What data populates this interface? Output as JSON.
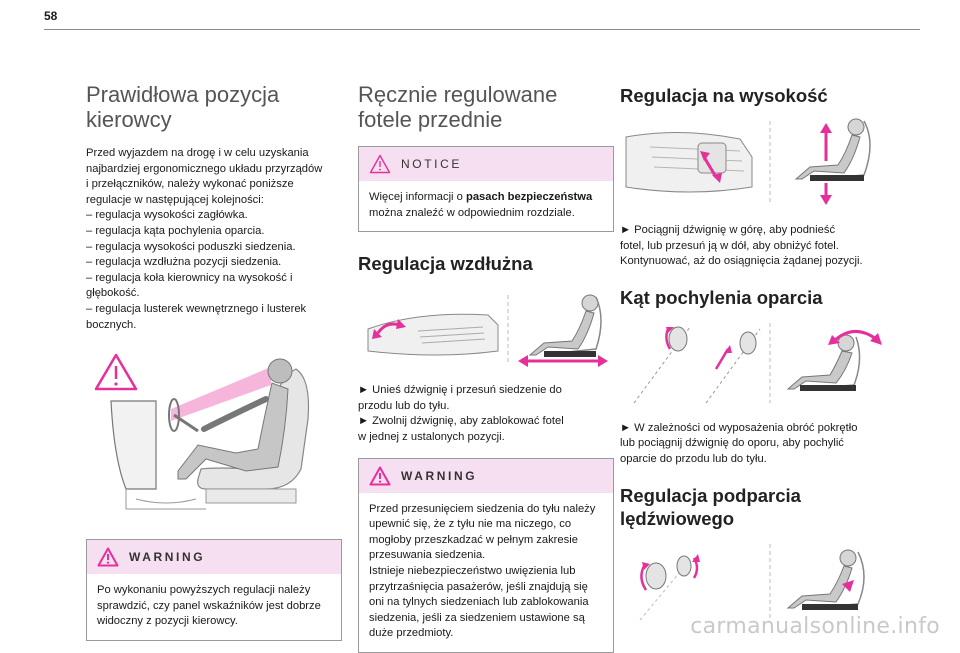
{
  "page_number": "58",
  "col1": {
    "title": "Prawidłowa pozycja kierowcy",
    "intro": [
      "Przed wyjazdem na drogę i w celu uzyskania",
      "najbardziej ergonomicznego układu przyrządów",
      "i przełączników, należy wykonać poniższe",
      "regulacje w następującej kolejności:",
      "– regulacja wysokości zagłówka.",
      "– regulacja kąta pochylenia oparcia.",
      "– regulacja wysokości poduszki siedzenia.",
      "– regulacja wzdłużna pozycji siedzenia.",
      "– regulacja koła kierownicy na wysokość i",
      "głębokość.",
      "– regulacja lusterek wewnętrznego i lusterek",
      "bocznych."
    ],
    "warning": {
      "title": "WARNING",
      "lines": [
        "Po wykonaniu powyższych regulacji należy",
        "sprawdzić, czy panel wskaźników jest dobrze",
        "widoczny z pozycji kierowcy."
      ]
    }
  },
  "col2": {
    "title": "Ręcznie regulowane fotele przednie",
    "notice": {
      "title": "NOTICE",
      "line1_prefix": "Więcej informacji o ",
      "line1_bold": "pasach bezpieczeństwa",
      "line2": "można znaleźć w odpowiednim rozdziale."
    },
    "section_title": "Regulacja wzdłużna",
    "section_lines": [
      "► Unieś dźwignię i przesuń siedzenie do",
      "przodu lub do tyłu.",
      "► Zwolnij dźwignię, aby zablokować fotel",
      "w jednej z ustalonych pozycji."
    ],
    "warning": {
      "title": "WARNING",
      "lines": [
        "Przed przesunięciem siedzenia do tyłu należy",
        "upewnić się, że z tyłu nie ma niczego, co",
        "mogłoby przeszkadzać w pełnym zakresie",
        "przesuwania siedzenia.",
        "Istnieje niebezpieczeństwo uwięzienia lub",
        "przytrzaśnięcia pasażerów, jeśli znajdują się",
        "oni na tylnych siedzeniach lub zablokowania",
        "siedzenia, jeśli za siedzeniem ustawione są",
        "duże przedmioty."
      ]
    }
  },
  "col3": {
    "height_title": "Regulacja na wysokość",
    "height_lines": [
      "► Pociągnij dźwignię w górę, aby podnieść",
      "fotel, lub przesuń ją w dół, aby obniżyć fotel.",
      "Kontynuować, aż do osiągnięcia żądanej pozycji."
    ],
    "recline_title": "Kąt pochylenia oparcia",
    "recline_lines": [
      "► W zależności od wyposażenia obróć pokrętło",
      "lub pociągnij dźwignię do oporu, aby pochylić",
      "oparcie do przodu lub do tyłu."
    ],
    "lumbar_title_lines": [
      "Regulacja podparcia",
      "lędźwiowego"
    ]
  },
  "watermark": "carmanualsonline.info",
  "colors": {
    "accent": "#e5309c",
    "box_header": "#f6dff1",
    "heading_gray": "#555555"
  },
  "icons": [
    "warning-triangle-icon",
    "seat-lever-illustration",
    "seat-figure-illustration"
  ]
}
